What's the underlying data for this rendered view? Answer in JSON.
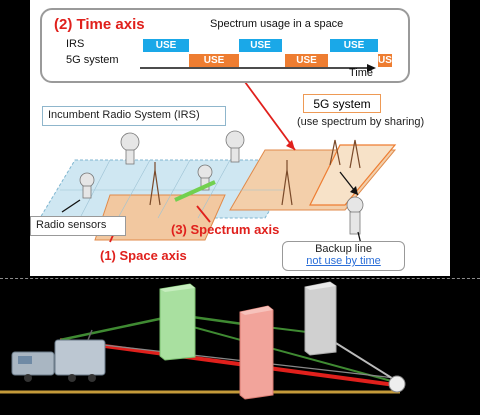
{
  "time_panel": {
    "title": "(2) Time axis",
    "subtitle": "Spectrum usage in a space",
    "rows": [
      {
        "label": "IRS",
        "slots": [
          "USE",
          "USE",
          "USE"
        ]
      },
      {
        "label": "5G system",
        "slots": [
          "USE",
          "USE",
          "USE"
        ]
      }
    ],
    "axis_label": "Time"
  },
  "irs_box": {
    "label": "Incumbent Radio System (IRS)"
  },
  "g5_box": {
    "label": "5G system",
    "sub": "(use spectrum by sharing)"
  },
  "sensors_box": {
    "label": "Radio sensors"
  },
  "axes": {
    "space": "(1) Space axis",
    "spectrum": "(3) Spectrum axis"
  },
  "backup": {
    "line1": "Backup line",
    "line2": "not use by time"
  },
  "colors": {
    "accent_red": "#e0201c",
    "irs_blue": "#1aa8e8",
    "g5_orange": "#ee7d31",
    "green_block": "#a9e0a0",
    "pink_block": "#f2a49b",
    "gray_block": "#d0d0d0"
  }
}
